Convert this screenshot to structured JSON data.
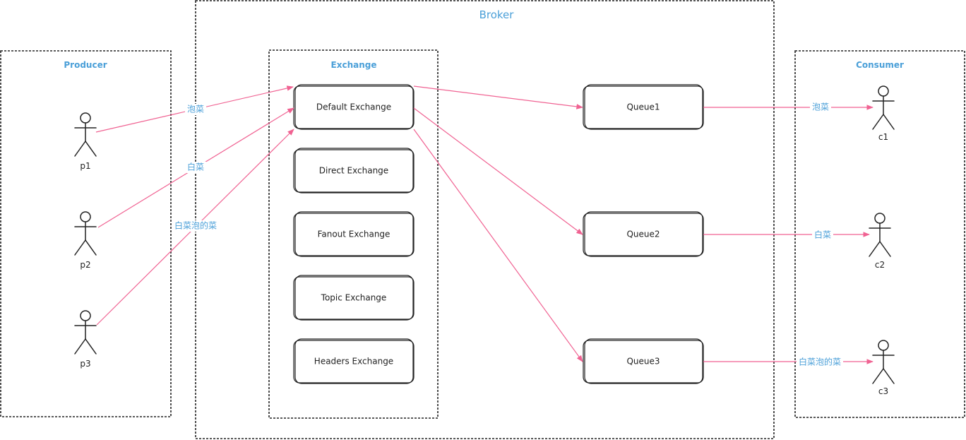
{
  "broker": {
    "title": "Broker"
  },
  "producer": {
    "title": "Producer",
    "actors": [
      "p1",
      "p2",
      "p3"
    ]
  },
  "exchange_group": {
    "title": "Exchange",
    "exchanges": [
      "Default Exchange",
      "Direct Exchange",
      "Fanout Exchange",
      "Topic Exchange",
      "Headers Exchange"
    ]
  },
  "queues": [
    "Queue1",
    "Queue2",
    "Queue3"
  ],
  "consumer": {
    "title": "Consumer",
    "actors": [
      "c1",
      "c2",
      "c3"
    ]
  },
  "producer_edges": [
    "泡菜",
    "白菜",
    "白菜泡的菜"
  ],
  "consumer_edges": [
    "泡菜",
    "白菜",
    "白菜泡的菜"
  ],
  "colors": {
    "title": "#4a9fd8",
    "edge": "#f06292",
    "stroke": "#222222"
  }
}
